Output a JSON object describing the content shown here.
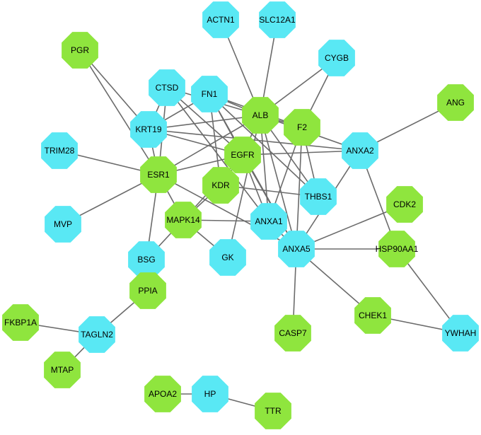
{
  "colors": {
    "blue": "#59e8f4",
    "green": "#8fe53e",
    "edge": "#6b6b6b"
  },
  "nodes": [
    {
      "id": "ACTN1",
      "label": "ACTN1",
      "color": "blue"
    },
    {
      "id": "SLC12A1",
      "label": "SLC12A1",
      "color": "blue"
    },
    {
      "id": "PGR",
      "label": "PGR",
      "color": "green"
    },
    {
      "id": "CYGB",
      "label": "CYGB",
      "color": "blue"
    },
    {
      "id": "CTSD",
      "label": "CTSD",
      "color": "blue"
    },
    {
      "id": "FN1",
      "label": "FN1",
      "color": "blue"
    },
    {
      "id": "ANG",
      "label": "ANG",
      "color": "green"
    },
    {
      "id": "ALB",
      "label": "ALB",
      "color": "green"
    },
    {
      "id": "F2",
      "label": "F2",
      "color": "green"
    },
    {
      "id": "KRT19",
      "label": "KRT19",
      "color": "blue"
    },
    {
      "id": "TRIM28",
      "label": "TRIM28",
      "color": "blue"
    },
    {
      "id": "EGFR",
      "label": "EGFR",
      "color": "green"
    },
    {
      "id": "ANXA2",
      "label": "ANXA2",
      "color": "blue"
    },
    {
      "id": "ESR1",
      "label": "ESR1",
      "color": "green"
    },
    {
      "id": "KDR",
      "label": "KDR",
      "color": "green"
    },
    {
      "id": "THBS1",
      "label": "THBS1",
      "color": "blue"
    },
    {
      "id": "CDK2",
      "label": "CDK2",
      "color": "green"
    },
    {
      "id": "MVP",
      "label": "MVP",
      "color": "blue"
    },
    {
      "id": "MAPK14",
      "label": "MAPK14",
      "color": "green"
    },
    {
      "id": "ANXA1",
      "label": "ANXA1",
      "color": "blue"
    },
    {
      "id": "BSG",
      "label": "BSG",
      "color": "blue"
    },
    {
      "id": "GK",
      "label": "GK",
      "color": "blue"
    },
    {
      "id": "ANXA5",
      "label": "ANXA5",
      "color": "blue"
    },
    {
      "id": "HSP90AA1",
      "label": "HSP90AA1",
      "color": "green"
    },
    {
      "id": "PPIA",
      "label": "PPIA",
      "color": "green"
    },
    {
      "id": "FKBP1A",
      "label": "FKBP1A",
      "color": "green"
    },
    {
      "id": "TAGLN2",
      "label": "TAGLN2",
      "color": "blue"
    },
    {
      "id": "CHEK1",
      "label": "CHEK1",
      "color": "green"
    },
    {
      "id": "YWHAH",
      "label": "YWHAH",
      "color": "blue"
    },
    {
      "id": "CASP7",
      "label": "CASP7",
      "color": "green"
    },
    {
      "id": "MTAP",
      "label": "MTAP",
      "color": "green"
    },
    {
      "id": "APOA2",
      "label": "APOA2",
      "color": "green"
    },
    {
      "id": "HP",
      "label": "HP",
      "color": "blue"
    },
    {
      "id": "TTR",
      "label": "TTR",
      "color": "green"
    }
  ],
  "edges": [
    [
      "ACTN1",
      "ALB"
    ],
    [
      "SLC12A1",
      "ALB"
    ],
    [
      "PGR",
      "KRT19"
    ],
    [
      "PGR",
      "ESR1"
    ],
    [
      "CYGB",
      "ALB"
    ],
    [
      "CYGB",
      "F2"
    ],
    [
      "CTSD",
      "ALB"
    ],
    [
      "CTSD",
      "KRT19"
    ],
    [
      "CTSD",
      "ESR1"
    ],
    [
      "CTSD",
      "EGFR"
    ],
    [
      "CTSD",
      "ANXA1"
    ],
    [
      "FN1",
      "KRT19"
    ],
    [
      "FN1",
      "ALB"
    ],
    [
      "FN1",
      "F2"
    ],
    [
      "FN1",
      "EGFR"
    ],
    [
      "FN1",
      "KDR"
    ],
    [
      "FN1",
      "THBS1"
    ],
    [
      "FN1",
      "ANXA5"
    ],
    [
      "ANG",
      "ANXA2"
    ],
    [
      "ALB",
      "KRT19"
    ],
    [
      "ALB",
      "EGFR"
    ],
    [
      "ALB",
      "F2"
    ],
    [
      "ALB",
      "ESR1"
    ],
    [
      "ALB",
      "THBS1"
    ],
    [
      "ALB",
      "ANXA1"
    ],
    [
      "ALB",
      "ANXA5"
    ],
    [
      "ALB",
      "ANXA2"
    ],
    [
      "ALB",
      "GK"
    ],
    [
      "F2",
      "THBS1"
    ],
    [
      "F2",
      "ANXA5"
    ],
    [
      "F2",
      "ANXA1"
    ],
    [
      "KRT19",
      "EGFR"
    ],
    [
      "KRT19",
      "ESR1"
    ],
    [
      "KRT19",
      "ANXA2"
    ],
    [
      "TRIM28",
      "ESR1"
    ],
    [
      "EGFR",
      "ESR1"
    ],
    [
      "EGFR",
      "ANXA2"
    ],
    [
      "EGFR",
      "ANXA1"
    ],
    [
      "EGFR",
      "ANXA5"
    ],
    [
      "EGFR",
      "MAPK14"
    ],
    [
      "EGFR",
      "KDR"
    ],
    [
      "ANXA2",
      "HSP90AA1"
    ],
    [
      "ANXA2",
      "ANXA5"
    ],
    [
      "ESR1",
      "MAPK14"
    ],
    [
      "ESR1",
      "BSG"
    ],
    [
      "ESR1",
      "MVP"
    ],
    [
      "ESR1",
      "ANXA5"
    ],
    [
      "KDR",
      "THBS1"
    ],
    [
      "KDR",
      "MAPK14"
    ],
    [
      "CDK2",
      "ANXA5"
    ],
    [
      "MAPK14",
      "GK"
    ],
    [
      "MAPK14",
      "BSG"
    ],
    [
      "MAPK14",
      "ANXA1"
    ],
    [
      "ANXA1",
      "ANXA5"
    ],
    [
      "BSG",
      "PPIA"
    ],
    [
      "ANXA5",
      "HSP90AA1"
    ],
    [
      "ANXA5",
      "CHEK1"
    ],
    [
      "ANXA5",
      "CASP7"
    ],
    [
      "HSP90AA1",
      "YWHAH"
    ],
    [
      "CHEK1",
      "YWHAH"
    ],
    [
      "PPIA",
      "TAGLN2"
    ],
    [
      "FKBP1A",
      "TAGLN2"
    ],
    [
      "TAGLN2",
      "MTAP"
    ],
    [
      "APOA2",
      "HP"
    ],
    [
      "HP",
      "TTR"
    ]
  ]
}
